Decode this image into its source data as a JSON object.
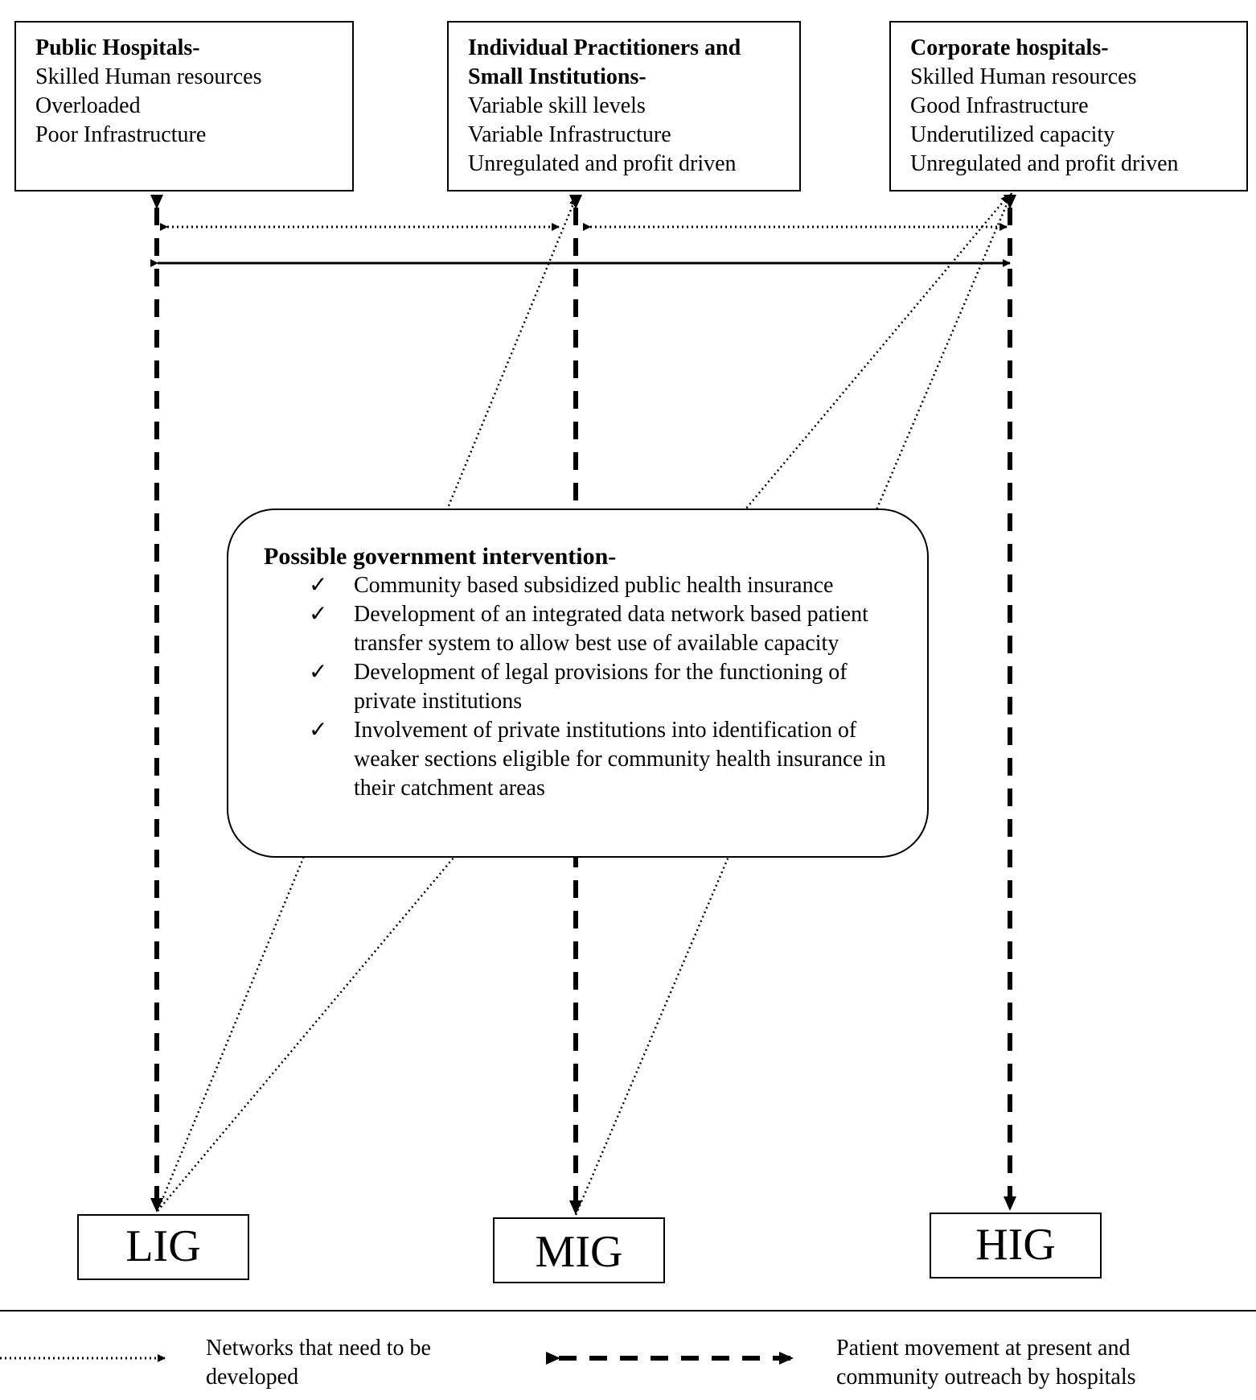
{
  "boxes": {
    "public": {
      "title": "Public Hospitals-",
      "lines": [
        "Skilled Human resources",
        "Overloaded",
        "Poor Infrastructure"
      ]
    },
    "individual": {
      "title_lines": [
        "Individual Practitioners and",
        "Small Institutions-"
      ],
      "lines": [
        "Variable skill levels",
        "Variable Infrastructure",
        "Unregulated and profit driven"
      ]
    },
    "corporate": {
      "title": "Corporate hospitals-",
      "lines": [
        "Skilled Human resources",
        "Good Infrastructure",
        "Underutilized capacity",
        "Unregulated and profit driven"
      ]
    }
  },
  "intervention": {
    "title": "Possible government intervention-",
    "check_symbol": "✓",
    "items": [
      "Community based subsidized public health insurance",
      "Development of an integrated data network based patient transfer system to allow best use of available capacity",
      "Development of legal provisions for the functioning of private institutions",
      "Involvement of private institutions into identification of weaker sections eligible for community health insurance in their catchment areas"
    ]
  },
  "groups": {
    "lig": "LIG",
    "mig": "MIG",
    "hig": "HIG"
  },
  "legend": {
    "dotted": "Networks that need to be developed",
    "dashed": "Patient movement at present and community outreach by hospitals"
  },
  "colors": {
    "stroke": "#000000",
    "background": "#ffffff"
  }
}
